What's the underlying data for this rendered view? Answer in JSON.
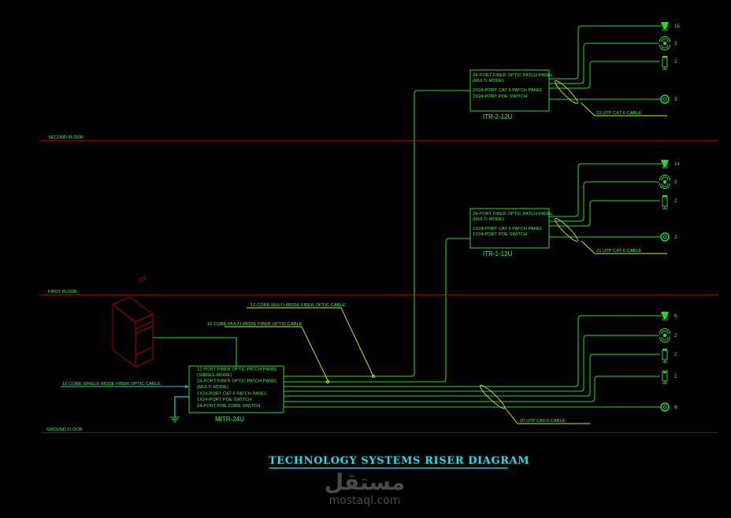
{
  "title": "TECHNOLOGY SYSTEMS RISER DIAGRAM",
  "watermark": {
    "arabic": "مستقل",
    "latin": "mostaql.com"
  },
  "colors": {
    "background": "#000000",
    "cable": "#22dd22",
    "floor_line": "#8b0000",
    "annotation": "#e6e600",
    "single_mode": "#1fc8d8",
    "title": "#1fe0e6",
    "server": "#a00000"
  },
  "floors": [
    {
      "label": "SECOND FLOOR"
    },
    {
      "label": "FIRST FLOOR"
    },
    {
      "label": "GROUND FLOOR"
    }
  ],
  "racks": [
    {
      "id": "itr2",
      "name": "ITR-2-12U",
      "lines": [
        "24-PORT FIBER OPTIC PATCH PANEL",
        "(MULTI-MODE)",
        "2X24-PORT CAT 6 PATCH PANEL",
        "2X24-PORT POE SWITCH"
      ],
      "cable_label": "23 UTP CAT-6 CABLE",
      "outlets": [
        {
          "type": "camera",
          "icon": "cctv-camera-icon",
          "count": "15"
        },
        {
          "type": "wifi",
          "icon": "wireless-access-point-icon",
          "count": "3"
        },
        {
          "type": "phone",
          "icon": "ip-phone-icon",
          "count": "2"
        },
        {
          "type": "data",
          "icon": "data-outlet-icon",
          "count": "3"
        }
      ]
    },
    {
      "id": "itr1",
      "name": "ITR-1-12U",
      "lines": [
        "24-PORT FIBER OPTIC PATCH PANEL",
        "(MULTI-MODE)",
        "1X24-PORT CAT 6 PATCH PANEL",
        "1X24-PORT POE SWITCH"
      ],
      "cable_label": "21 UTP CAT-6 CABLE",
      "outlets": [
        {
          "type": "camera",
          "icon": "cctv-camera-icon",
          "count": "14"
        },
        {
          "type": "wifi",
          "icon": "wireless-access-point-icon",
          "count": "3"
        },
        {
          "type": "phone",
          "icon": "ip-phone-icon",
          "count": "2"
        },
        {
          "type": "data",
          "icon": "data-outlet-icon",
          "count": "2"
        }
      ]
    },
    {
      "id": "mitr",
      "name": "MITR-24U",
      "lines": [
        "12-PORT FIBER OPTIC PATCH PANEL",
        "(SINGLE-MODE)",
        "24-PORT FIBER OPTIC PATCH PANEL",
        "(MULTI-MODE)",
        "1X24-PORT CAT 6 PATCH PANEL",
        "1X24-PORT POE SWITCH",
        "24-PORT POE CORE SWITCH"
      ],
      "cable_label": "20 UTP CAT-6 CABLE",
      "outlets": [
        {
          "type": "camera",
          "icon": "cctv-camera-icon",
          "count": "6"
        },
        {
          "type": "wifi",
          "icon": "wireless-access-point-icon",
          "count": "2"
        },
        {
          "type": "phone",
          "icon": "ip-phone-icon",
          "count": "2"
        },
        {
          "type": "intercom",
          "icon": "access-control-icon",
          "count": "2"
        },
        {
          "type": "data",
          "icon": "data-outlet-icon",
          "count": "6"
        }
      ]
    }
  ],
  "annotations": {
    "mm_to_itr2": "12 CORE MULTI-MODE FIBER OPTIC CABLE",
    "mm_to_itr1": "12 CORE MULTI-MODE FIBER OPTIC CABLE",
    "single_mode_in": "12 CORE SINGLE-MODE FIBER OPTIC CABLE"
  }
}
